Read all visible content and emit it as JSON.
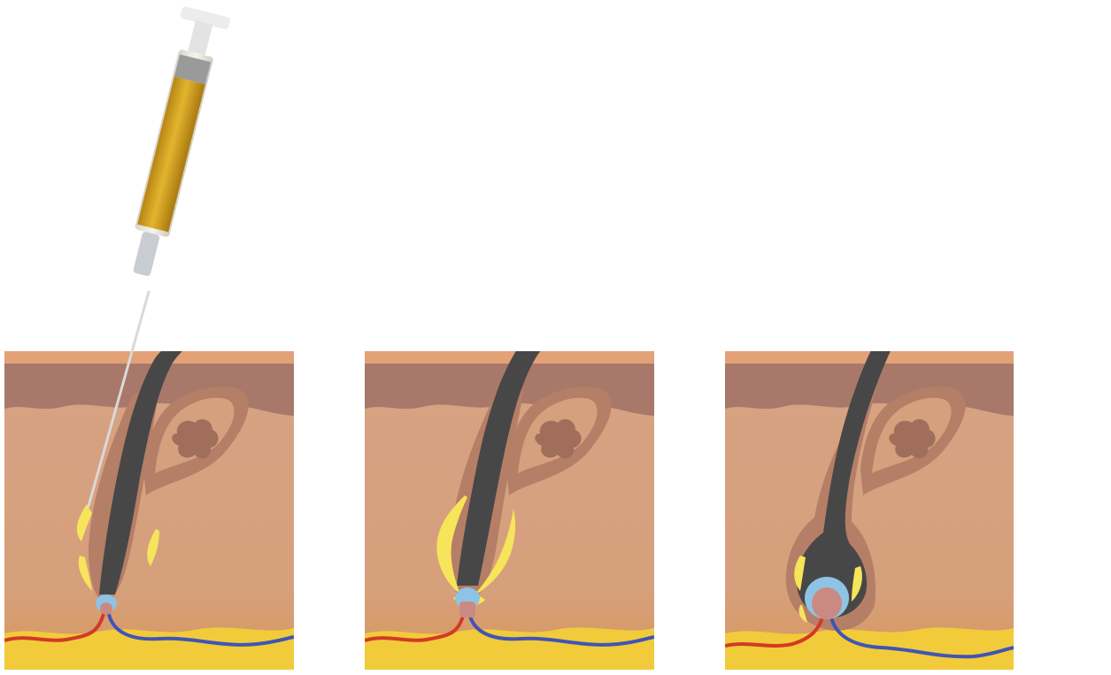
{
  "colors": {
    "background": "#ffffff",
    "epidermis": "#e3a177",
    "upper_dermis": "#a8786a",
    "dermis": "#d4a07e",
    "dermis_lower": "#d59a5e",
    "fat": "#f2cb3a",
    "follicle_sheath": "#b57e66",
    "sebaceous_gland": "#a06e5a",
    "hair": "#474747",
    "dermal_papilla": "#c98a83",
    "papilla_cap": "#8ec3e6",
    "growth_factor": "#f6e45a",
    "artery": "#d23a26",
    "vein": "#3f55b5",
    "syringe_fluid": "#d4a21c",
    "syringe_barrel": "#e8e4d6",
    "syringe_hub": "#c9cdd2",
    "needle": "#d9d9d9"
  },
  "panels": [
    {
      "name": "stage-1-injection",
      "has_syringe": true,
      "follicle": "thin",
      "hair_length": "short",
      "growth_factor": "light"
    },
    {
      "name": "stage-2-activation",
      "has_syringe": false,
      "follicle": "thin",
      "hair_length": "medium",
      "growth_factor": "heavy"
    },
    {
      "name": "stage-3-regrowth",
      "has_syringe": false,
      "follicle": "thick",
      "hair_length": "long",
      "growth_factor": "light"
    }
  ]
}
